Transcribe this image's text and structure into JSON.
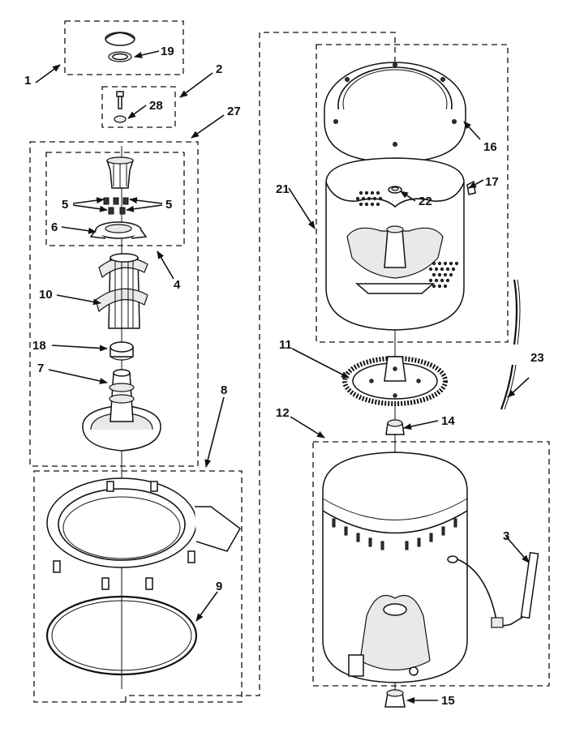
{
  "diagram": {
    "callouts": {
      "c1": "1",
      "c2": "2",
      "c3": "3",
      "c4": "4",
      "c5a": "5",
      "c5b": "5",
      "c6": "6",
      "c7": "7",
      "c8": "8",
      "c9": "9",
      "c10": "10",
      "c11": "11",
      "c12": "12",
      "c14": "14",
      "c15": "15",
      "c16": "16",
      "c17": "17",
      "c18": "18",
      "c19": "19",
      "c21": "21",
      "c22": "22",
      "c23": "23",
      "c27": "27",
      "c28": "28"
    }
  }
}
